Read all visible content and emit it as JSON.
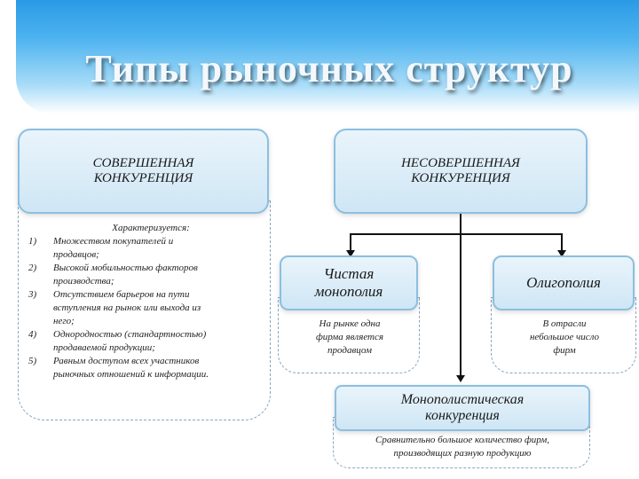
{
  "title": "Типы рыночных структур",
  "perfect": {
    "label_line1": "СОВЕРШЕННАЯ",
    "label_line2": "КОНКУРЕНЦИЯ",
    "intro": "Характеризуется:",
    "features": [
      {
        "num": "1)",
        "line1": "Множеством покупателей и",
        "line2": "продавцов;"
      },
      {
        "num": "2)",
        "line1": "Высокой мобильностью факторов",
        "line2": "производства;"
      },
      {
        "num": "3)",
        "line1": "Отсутствием барьеров на пути",
        "line2": "вступления на рынок или выхода из",
        "line3": "него;"
      },
      {
        "num": "4)",
        "line1": "Однородностью (стандартностью)",
        "line2": "продаваемой продукции;"
      },
      {
        "num": "5)",
        "line1": "Равным доступом всех участников",
        "line2": "рыночных отношений к информации."
      }
    ]
  },
  "imperfect": {
    "label_line1": "НЕСОВЕРШЕННАЯ",
    "label_line2": "КОНКУРЕНЦИЯ"
  },
  "monopoly": {
    "label_line1": "Чистая",
    "label_line2": "монополия",
    "desc_line1": "На рынке одна",
    "desc_line2": "фирма является",
    "desc_line3": "продавцом"
  },
  "oligopoly": {
    "label": "Олигополия",
    "desc_line1": "В отрасли",
    "desc_line2": "небольшое число",
    "desc_line3": "фирм"
  },
  "monopolistic": {
    "label_line1": "Монополистическая",
    "label_line2": "конкуренция",
    "desc_line1": "Сравнительно большое количество фирм,",
    "desc_line2": "производящих разную продукцию"
  }
}
